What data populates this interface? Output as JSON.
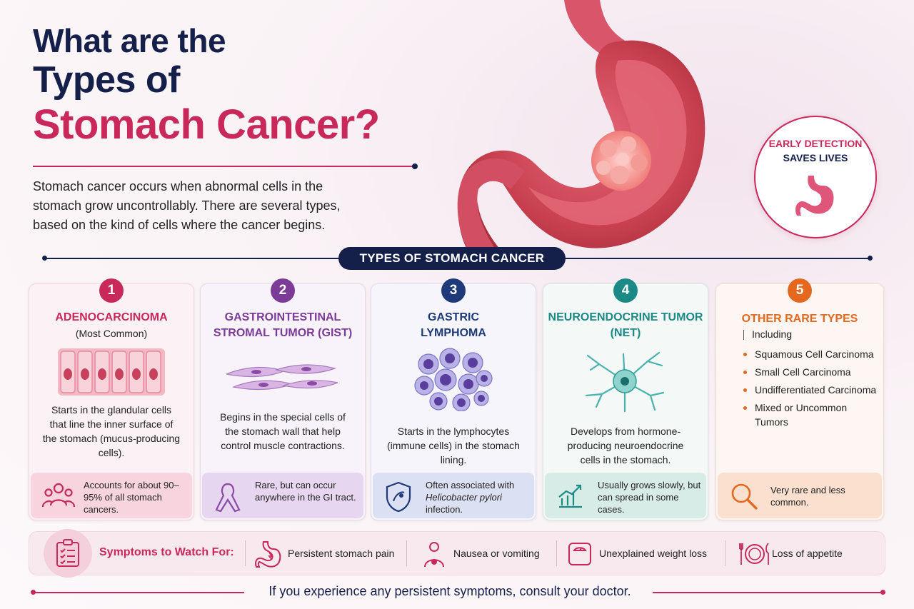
{
  "title": {
    "line1": "What are the",
    "line2": "Types of",
    "line3": "Stomach Cancer?"
  },
  "intro": "Stomach cancer occurs when abnormal cells in the stomach grow uncontrollably. There are several types, based on the kind of cells where the cancer begins.",
  "badge": {
    "line1": "EARLY DETECTION",
    "line2": "SAVES LIVES"
  },
  "section_label": "TYPES OF STOMACH CANCER",
  "cards": [
    {
      "number": "1",
      "title": "ADENOCARCINOMA",
      "subtitle": "(Most Common)",
      "description": "Starts in the glandular cells that line the inner surface of the stomach (mucus-producing cells).",
      "note": "Accounts for about 90–95% of all stomach cancers.",
      "icon": "people-group-icon",
      "color": "#c8285a"
    },
    {
      "number": "2",
      "title": "GASTROINTESTINAL STROMAL TUMOR (GIST)",
      "description": "Begins in the special cells of the stomach wall that help control muscle contractions.",
      "note": "Rare, but can occur anywhere in the GI tract.",
      "icon": "awareness-ribbon-icon",
      "color": "#7b3b97"
    },
    {
      "number": "3",
      "title": "GASTRIC LYMPHOMA",
      "description": "Starts in the lymphocytes (immune cells) in the stomach lining.",
      "note_prefix": "Often associated with",
      "note_italic": "Helicobacter pylori",
      "note_suffix": "infection.",
      "icon": "shield-bacteria-icon",
      "color": "#1e3a7a"
    },
    {
      "number": "4",
      "title": "NEUROENDOCRINE TUMOR (NET)",
      "description": "Develops from hormone-producing neuroendocrine cells in the stomach.",
      "note": "Usually grows slowly, but can spread in some cases.",
      "icon": "growth-chart-icon",
      "color": "#1b8a86"
    },
    {
      "number": "5",
      "title": "OTHER RARE TYPES",
      "including": "Including",
      "items": [
        "Squamous Cell Carcinoma",
        "Small Cell Carcinoma",
        "Undifferentiated Carcinoma",
        "Mixed or Uncommon Tumors"
      ],
      "note": "Very rare and less common.",
      "icon": "magnifier-icon",
      "color": "#e4691f"
    }
  ],
  "symptoms": {
    "heading": "Symptoms to Watch For:",
    "items": [
      {
        "label": "Persistent stomach pain",
        "icon": "stomach-pain-icon"
      },
      {
        "label": "Nausea or vomiting",
        "icon": "nausea-person-icon"
      },
      {
        "label": "Unexplained weight loss",
        "icon": "scale-icon"
      },
      {
        "label": "Loss of appetite",
        "icon": "plate-cutlery-icon"
      }
    ]
  },
  "footer": "If you experience any persistent symptoms, consult your doctor."
}
